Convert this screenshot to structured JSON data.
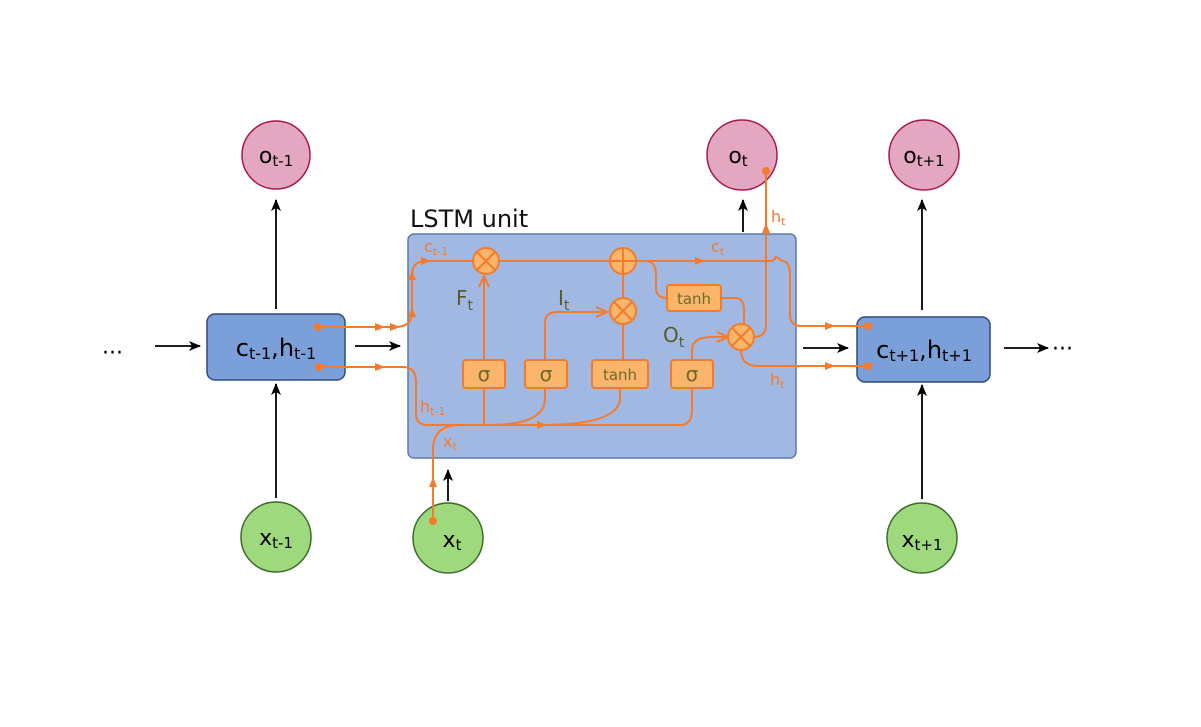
{
  "title": "LSTM unit",
  "colors": {
    "orange": "#f47b2c",
    "gate_fill": "#fbb56a",
    "unit_fill": "#a1b9e2",
    "unit_stroke": "#5b7ca8",
    "state_fill": "#7b9fd9",
    "state_stroke": "#2e4a78",
    "output_fill": "#e4a7c1",
    "output_stroke": "#a8184a",
    "input_fill": "#9fd97e",
    "input_stroke": "#3d6b2a",
    "gate_text": "#6b6b2a"
  },
  "ellipsis": "···",
  "timesteps": [
    {
      "id": "prev",
      "output": {
        "base": "o",
        "sub": "t-1"
      },
      "state": {
        "c": "c",
        "c_sub": "t-1",
        "h": "h",
        "h_sub": "t-1"
      },
      "input": {
        "base": "x",
        "sub": "t-1"
      }
    },
    {
      "id": "curr",
      "output": {
        "base": "o",
        "sub": "t"
      },
      "input": {
        "base": "x",
        "sub": "t"
      }
    },
    {
      "id": "next",
      "output": {
        "base": "o",
        "sub": "t+1"
      },
      "state": {
        "c": "c",
        "c_sub": "t+1",
        "h": "h",
        "h_sub": "t+1"
      },
      "input": {
        "base": "x",
        "sub": "t+1"
      }
    }
  ],
  "unit": {
    "gates": [
      {
        "name": "forget",
        "label": "σ",
        "signal": {
          "base": "F",
          "sub": "t"
        }
      },
      {
        "name": "input",
        "label": "σ",
        "signal": {
          "base": "I",
          "sub": "t"
        }
      },
      {
        "name": "candidate",
        "label": "tanh"
      },
      {
        "name": "output",
        "label": "σ",
        "signal": {
          "base": "O",
          "sub": "t"
        }
      }
    ],
    "cell_tanh": "tanh",
    "wire_labels": {
      "c_prev": {
        "base": "c",
        "sub": "t-1"
      },
      "c_curr": {
        "base": "c",
        "sub": "t"
      },
      "h_prev": {
        "base": "h",
        "sub": "t-1"
      },
      "x_curr": {
        "base": "x",
        "sub": "t"
      },
      "h_out_top": {
        "base": "h",
        "sub": "t"
      },
      "h_out_right": {
        "base": "h",
        "sub": "t"
      }
    },
    "ops": {
      "multiply": "⊗",
      "add": "⊕"
    }
  }
}
